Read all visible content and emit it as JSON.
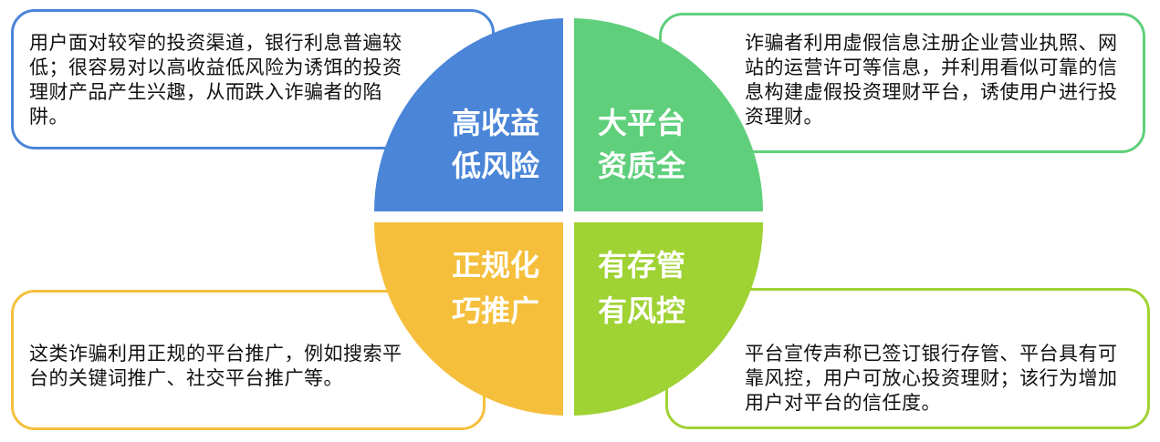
{
  "colors": {
    "blue": "#4a85d8",
    "green": "#5fcf7b",
    "yellow": "#f5bf3c",
    "lime": "#9fd233"
  },
  "quadrants": {
    "top_left": {
      "line1": "高收益",
      "line2": "低风险"
    },
    "top_right": {
      "line1": "大平台",
      "line2": "资质全"
    },
    "bottom_left": {
      "line1": "正规化",
      "line2": "巧推广"
    },
    "bottom_right": {
      "line1": "有存管",
      "line2": "有风控"
    }
  },
  "descriptions": {
    "top_left": "用户面对较窄的投资渠道，银行利息普遍较低；很容易对以高收益低风险为诱饵的投资理财产品产生兴趣，从而跌入诈骗者的陷阱。",
    "top_right": "诈骗者利用虚假信息注册企业营业执照、网站的运营许可等信息，并利用看似可靠的信息构建虚假投资理财平台，诱使用户进行投资理财。",
    "bottom_left": "这类诈骗利用正规的平台推广，例如搜索平台的关键词推广、社交平台推广等。",
    "bottom_right": "平台宣传声称已签订银行存管、平台具有可靠风控，用户可放心投资理财；该行为增加用户对平台的信任度。"
  }
}
